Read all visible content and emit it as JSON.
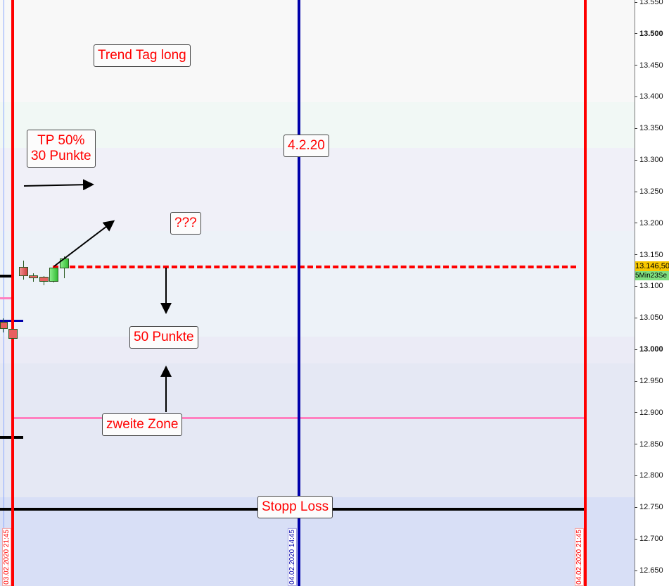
{
  "notes": {
    "trend": "Trend Tag long",
    "tp_line1": "TP 50%",
    "tp_line2": "30 Punkte",
    "question": "???",
    "date": "4.2.20",
    "points": "50 Punkte",
    "zone": "zweite Zone",
    "stop": "Stopp Loss"
  },
  "price_axis": [
    "13.550",
    "13.500",
    "13.450",
    "13.400",
    "13.350",
    "13.300",
    "13.250",
    "13.200",
    "13.150",
    "13.100",
    "13.050",
    "13.000",
    "12.950",
    "12.900",
    "12.850",
    "12.800",
    "12.750",
    "12.700",
    "12.650"
  ],
  "current_price": "13.146,50",
  "instrument": "5Min23Se",
  "time_labels": {
    "left": "03.02.2020 21:45",
    "mid": "04.02.2020 14:45",
    "right": "04.02.2020 21:45"
  },
  "colors": {
    "red": "#ff0000",
    "blue": "#0000aa",
    "pink": "#ff80c0",
    "bull": "#44cc44",
    "bear": "#e86060"
  }
}
